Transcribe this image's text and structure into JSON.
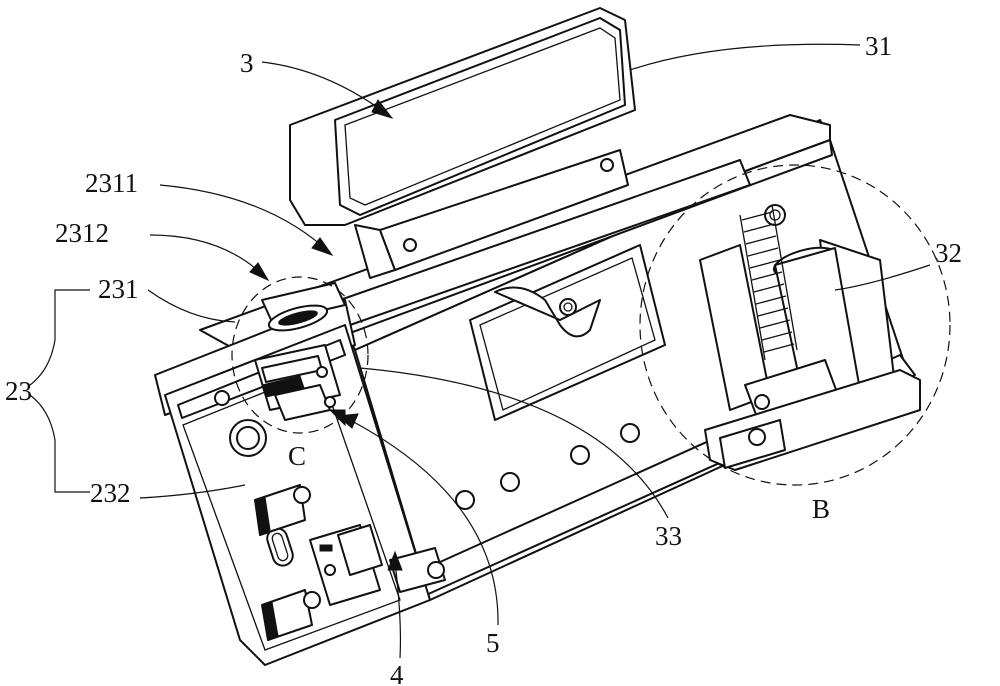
{
  "labels": {
    "l3": "3",
    "l31": "31",
    "l2311": "2311",
    "l2312": "2312",
    "l231": "231",
    "l23": "23",
    "l232": "232",
    "lC": "C",
    "l32": "32",
    "l33": "33",
    "lB": "B",
    "l5": "5",
    "l4": "4"
  }
}
